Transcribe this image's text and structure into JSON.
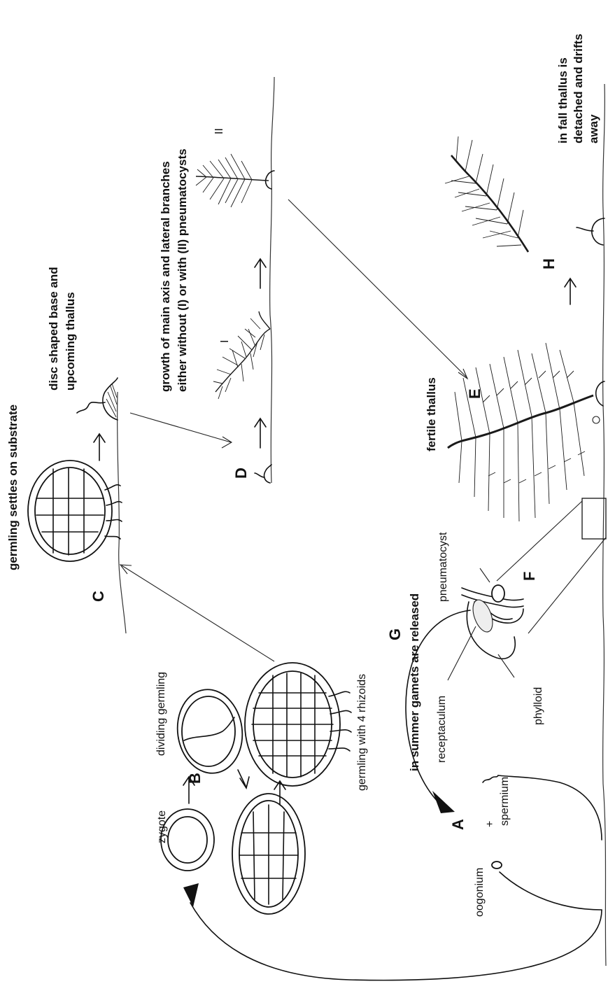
{
  "labels": {
    "A": "A",
    "B": "B",
    "C": "C",
    "D": "D",
    "E": "E",
    "F": "F",
    "G": "G",
    "H": "H",
    "I": "I",
    "II": "II"
  },
  "captions": {
    "zygote": "zygote",
    "dividing_germling": "dividing  germling",
    "germling_rhizoids": "germling  with  4  rhizoids",
    "germling_settles": "germling settles  on substrate",
    "disc_base_1": "disc shaped base and",
    "disc_base_2": "upcoming thallus",
    "growth_1": "growth of main axis and  lateral branches",
    "growth_2": "either without (I) or with (II) pneumatocysts",
    "fertile_thallus": "fertile thallus",
    "fall_1": "in fall thallus is",
    "fall_2": "detached and drifts",
    "fall_3": "away",
    "summer_gametes": "in summer gamets are released",
    "pneumatocyst": "pneumatocyst",
    "receptaculum": "receptaculum",
    "phylloid": "phylloid",
    "oogonium": "oogonium",
    "spermium": "spermium",
    "plus": "+"
  }
}
